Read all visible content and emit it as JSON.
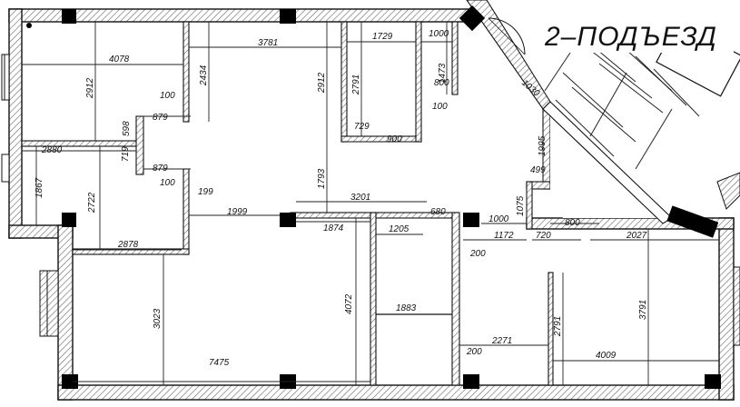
{
  "plan": {
    "entrance_label": "2–ПОДЪЕЗД",
    "colors": {
      "wall": "#111111",
      "hatch": "#777777",
      "column": "#000000",
      "paper": "#ffffff"
    }
  },
  "dimensions": {
    "d4078": "4078",
    "d3781": "3781",
    "d1729": "1729",
    "d1000a": "1000",
    "d1473": "1473",
    "d2912a": "2912",
    "d2434": "2434",
    "d2912b": "2912",
    "d2791a": "2791",
    "d800a": "800",
    "d100a": "100",
    "d879a": "879",
    "d598": "598",
    "d729": "729",
    "d900": "900",
    "d100b": "100",
    "d1030": "1030",
    "d2880": "2880",
    "d719": "719",
    "d879b": "879",
    "d1995": "1995",
    "d499": "499",
    "d1867": "1867",
    "d2722": "2722",
    "d100c": "100",
    "d199": "199",
    "d1793": "1793",
    "d1075": "1075",
    "d3201": "3201",
    "d680": "680",
    "d1999": "1999",
    "d1000b": "1000",
    "d800b": "800",
    "d1874": "1874",
    "d1205": "1205",
    "d1172": "1172",
    "d720": "720",
    "d2027": "2027",
    "d2878": "2878",
    "d200a": "200",
    "d3023": "3023",
    "d4072": "4072",
    "d1883": "1883",
    "d3791": "3791",
    "d2791b": "2791",
    "d2271": "2271",
    "d200b": "200",
    "d4009": "4009",
    "d7475": "7475"
  }
}
